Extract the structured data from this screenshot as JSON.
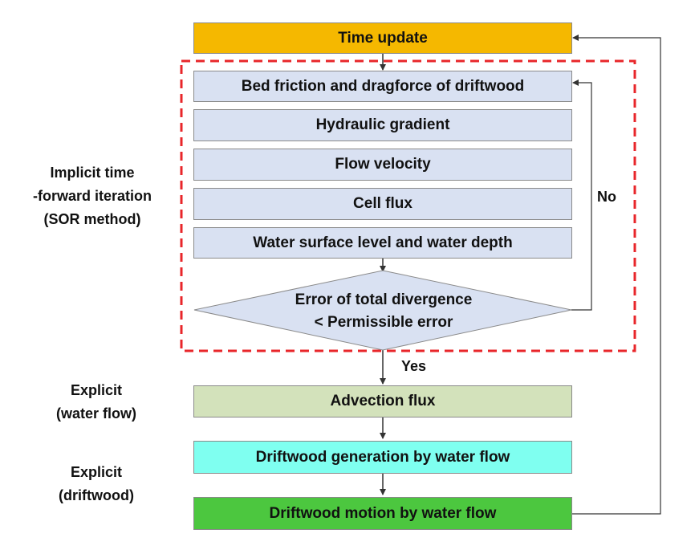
{
  "steps": {
    "time_update": "Time update",
    "bed_friction": "Bed friction and dragforce of driftwood",
    "hydraulic_gradient": "Hydraulic gradient",
    "flow_velocity": "Flow velocity",
    "cell_flux": "Cell flux",
    "water_surface": "Water surface level and water depth",
    "decision_line1": "Error of total divergence",
    "decision_line2": "< Permissible error",
    "advection_flux": "Advection flux",
    "driftwood_generation": "Driftwood generation by water flow",
    "driftwood_motion": "Driftwood motion by water flow"
  },
  "branch_labels": {
    "no": "No",
    "yes": "Yes"
  },
  "side_labels": {
    "implicit": [
      "Implicit time",
      "-forward iteration",
      "(SOR method)"
    ],
    "explicit_water": [
      "Explicit",
      "(water flow)"
    ],
    "explicit_driftwood": [
      "Explicit",
      "(driftwood)"
    ]
  },
  "colors": {
    "time_update": "#f5b800",
    "iteration_steps": "#d9e1f2",
    "decision": "#d9e1f2",
    "iteration_region_border": "#e8262a",
    "advection_flux": "#d3e2bb",
    "driftwood_generation": "#7ffff0",
    "driftwood_motion": "#4cc73f"
  }
}
